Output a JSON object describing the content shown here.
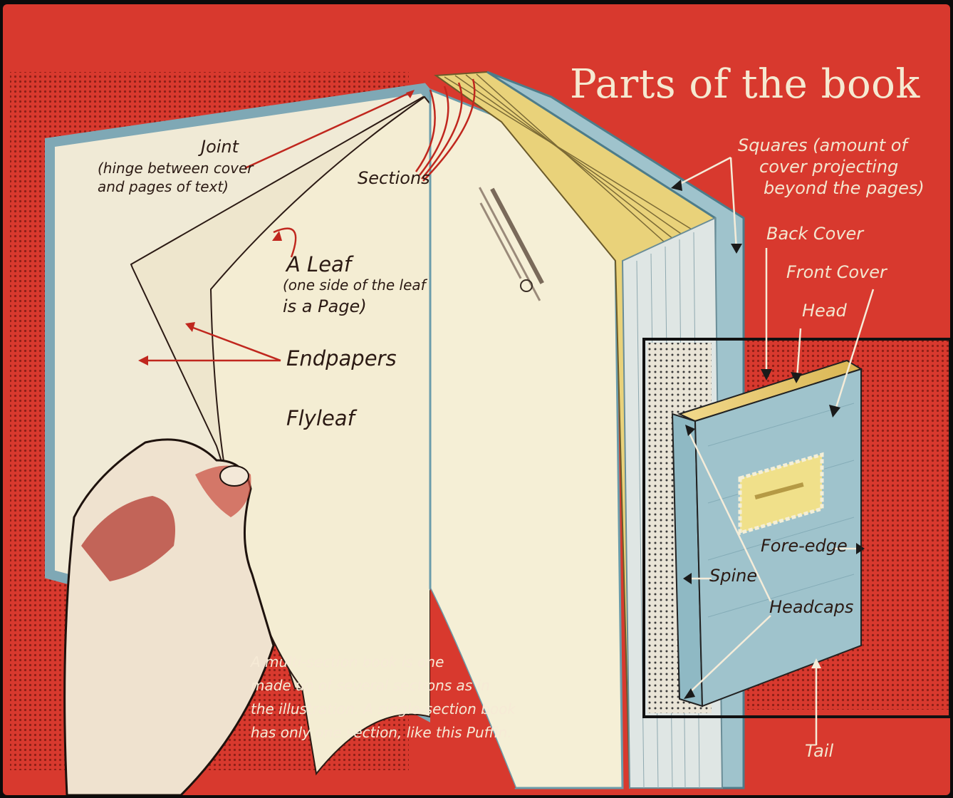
{
  "title": "Parts of the book",
  "labels": {
    "joint": "Joint",
    "joint_note_1": "(hinge between cover",
    "joint_note_2": "and pages of text)",
    "sections": "Sections",
    "leaf": "A Leaf",
    "leaf_note_1": "(one side of the leaf",
    "leaf_note_2": "is a Page)",
    "endpapers": "Endpapers",
    "flyleaf": "Flyleaf",
    "squares": "Squares (amount of",
    "squares_note_1": "cover projecting",
    "squares_note_2": "beyond the pages)",
    "back_cover": "Back Cover",
    "front_cover": "Front Cover",
    "head": "Head",
    "fore_edge": "Fore-edge",
    "spine": "Spine",
    "headcaps": "Headcaps",
    "tail": "Tail"
  },
  "note_lines": [
    "A multi-section book is one",
    "made up of several sections as in",
    "the illustration. A single-section book",
    "has only one section, like this Puffin."
  ],
  "colors": {
    "background_red": "#d8392e",
    "page_cream": "#f3ecd2",
    "cover_blue": "#9fc3cc",
    "ink": "#2b1a14"
  }
}
